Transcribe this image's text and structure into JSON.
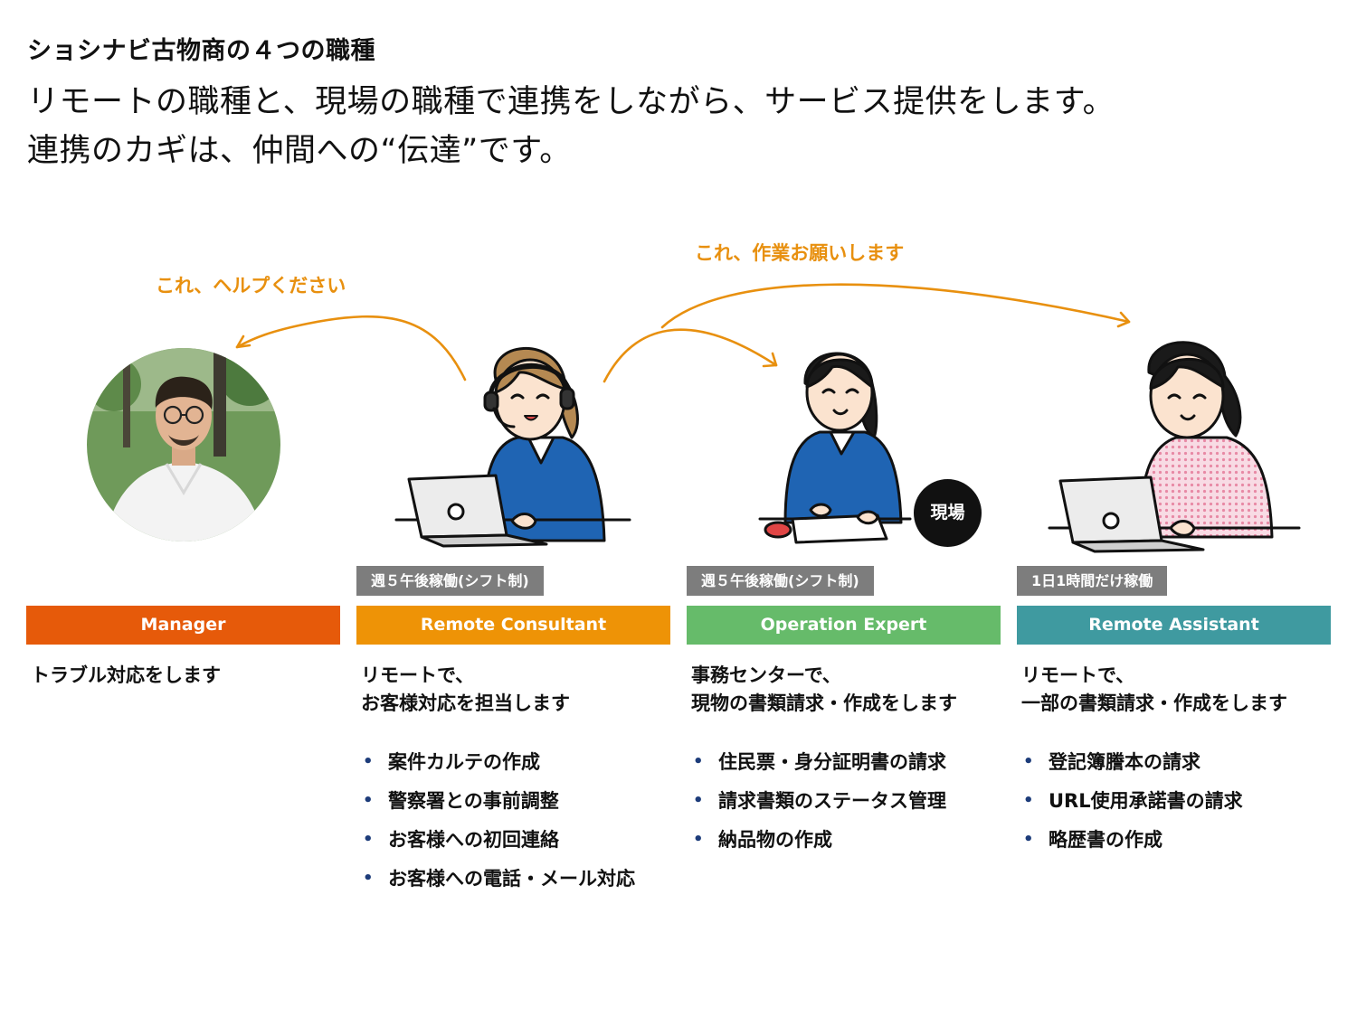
{
  "header": {
    "subtitle": "ショシナビ古物商の４つの職種",
    "headline_line1": "リモートの職種と、現場の職種で連携をしながら、サービス提供をします。",
    "headline_line2": "連携のカギは、仲間への“伝達”です。"
  },
  "callouts": {
    "help": "これ、ヘルプください",
    "request": "これ、作業お願いします"
  },
  "badges": {
    "onsite": "現場"
  },
  "colors": {
    "manager": "#e65a0a",
    "consultant": "#ee9306",
    "expert": "#66bb6a",
    "assistant": "#3f9aa0",
    "callout": "#e8900f",
    "tag": "#7d7d7d"
  },
  "roles": [
    {
      "name": "Manager",
      "schedule": "",
      "description": [
        "トラブル対応をします"
      ],
      "tasks": []
    },
    {
      "name": "Remote Consultant",
      "schedule": "週５午後稼働(シフト制)",
      "description": [
        "リモートで、",
        "お客様対応を担当します"
      ],
      "tasks": [
        "案件カルテの作成",
        "警察署との事前調整",
        "お客様への初回連絡",
        "お客様への電話・メール対応"
      ]
    },
    {
      "name": "Operation Expert",
      "schedule": "週５午後稼働(シフト制)",
      "description": [
        "事務センターで、",
        "現物の書類請求・作成をします"
      ],
      "tasks": [
        "住民票・身分証明書の請求",
        "請求書類のステータス管理",
        "納品物の作成"
      ]
    },
    {
      "name": "Remote Assistant",
      "schedule": "1日1時間だけ稼働",
      "description": [
        "リモートで、",
        "一部の書類請求・作成をします"
      ],
      "tasks": [
        "登記簿謄本の請求",
        "URL使用承諾書の請求",
        "略歴書の作成"
      ]
    }
  ]
}
